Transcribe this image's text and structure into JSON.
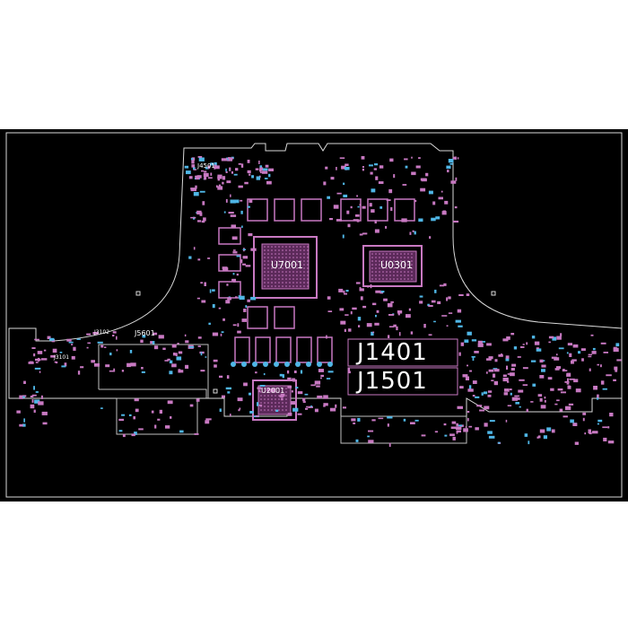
{
  "colors": {
    "background": "#ffffff",
    "board": "#000000",
    "outline": "#d9d9d9",
    "component": "#c879c2",
    "via": "#4fb6e6",
    "label": "#ffffff"
  },
  "labels": {
    "u7001": "U7001",
    "u0301": "U0301",
    "u2001": "U2001",
    "j1401": "J1401",
    "j1501": "J1501",
    "j4501": "J4501",
    "j3101": "J3101",
    "j3102": "J3102",
    "j5601": "J5601"
  }
}
